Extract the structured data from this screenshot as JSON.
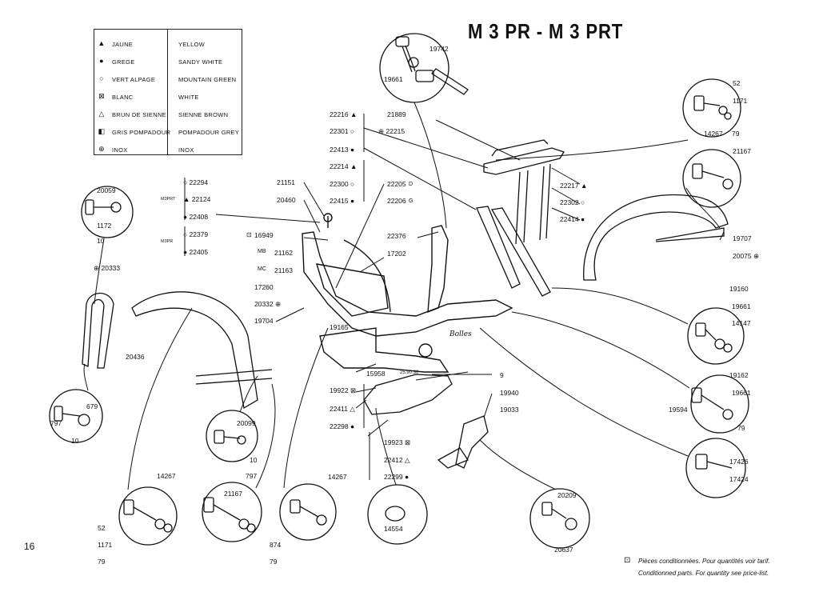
{
  "title": "M 3 PR   -   M 3 PRT",
  "page_number": "16",
  "legend": [
    {
      "symbol": "▲",
      "fr": "JAUNE",
      "en": "YELLOW"
    },
    {
      "symbol": "●",
      "fr": "GREGE",
      "en": "SANDY WHITE"
    },
    {
      "symbol": "○",
      "fr": "VERT ALPAGE",
      "en": "MOUNTAIN GREEN"
    },
    {
      "symbol": "⊠",
      "fr": "BLANC",
      "en": "WHITE"
    },
    {
      "symbol": "△",
      "fr": "BRUN DE SIENNE",
      "en": "SIENNE BROWN"
    },
    {
      "symbol": "◧",
      "fr": "GRIS POMPADOUR",
      "en": "POMPADOUR GREY"
    },
    {
      "symbol": "⊕",
      "fr": "INOX",
      "en": "INOX"
    }
  ],
  "labels": {
    "p19742": "19742",
    "p19661a": "19661",
    "p22216": "22216 ▲",
    "p21889": "21889",
    "p22301": "22301 ○",
    "p22215": "⊕ 22215",
    "p22413": "22413 ●",
    "p22214": "22214 ▲",
    "p22300": "22300 ○",
    "p22205": "22205",
    "d": "D",
    "p22415": "22415 ●",
    "p22206": "22206",
    "g": "G",
    "p21151": "21151",
    "p20460": "20460",
    "p22294": "○  22294",
    "m3prt": "M3PRT",
    "p22124": "▲  22124",
    "p22408": "●  22408",
    "p22379": "○  22379",
    "m3pr": "M3PR",
    "p22405": "●  22405",
    "p16949": "16949",
    "mb": "MB",
    "p21162": "21162",
    "mc": "MC",
    "p21163": "21163",
    "p17260": "17260",
    "p20332": "20332 ⊕",
    "p19704": "19704",
    "p22376": "22376",
    "p17202": "17202",
    "p19165": "19165",
    "p20059": "20059",
    "p1172": "1172",
    "p10a": "10",
    "p20333": "⊕ 20333",
    "p20436": "20436",
    "p679": "679",
    "p797a": "797",
    "p10b": "10",
    "p20099": "20099",
    "p10c": "10",
    "p797b": "797",
    "p14267a": "14267",
    "p21167a": "21167",
    "p52a": "52",
    "p1171a": "1171",
    "p79a": "79",
    "p874": "874",
    "p79b": "79",
    "p14267b": "14267",
    "p15958": "15958",
    "p25": "25.90.30",
    "p19922": "19922 ⊠",
    "p22411": "22411 △",
    "p22298": "22298 ●",
    "p19923": "19923 ⊠",
    "p22412": "22412 △",
    "p22299": "22299 ●",
    "p14554": "14554",
    "p9": "9",
    "p19940": "19940",
    "p19033": "19033",
    "p20209": "20209",
    "p20637": "20637",
    "p22217": "22217 ▲",
    "p22302": "22302 ○",
    "p22414": "22414 ●",
    "p52b": "52",
    "p1171b": "1171",
    "p14267c": "14267",
    "p79c": "79",
    "p21167b": "21167",
    "p19707": "19707",
    "p20075": "20075 ⊕",
    "p19160": "19160",
    "p19661b": "19661",
    "p14147": "14147",
    "p19162": "19162",
    "p19661c": "19661",
    "p19594": "19594",
    "p79d": "79",
    "p17426": "17426",
    "p17424": "17424",
    "script_text": "Bolles"
  },
  "footer": {
    "fr": "Pièces conditionnées. Pour quantités voir tarif.",
    "en": "Conditionned parts. For quantity see price-list."
  }
}
